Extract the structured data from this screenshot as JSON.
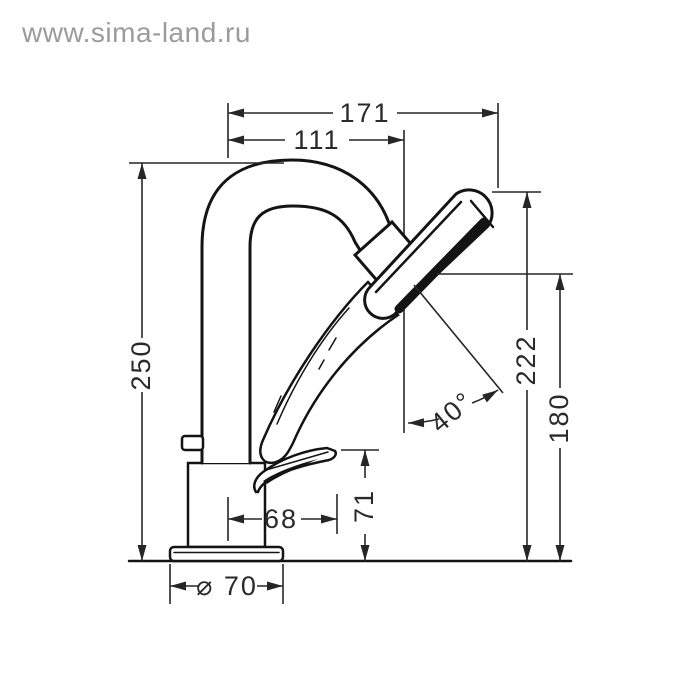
{
  "watermark": {
    "text": "www.sima-land.ru"
  },
  "drawing": {
    "type": "technical-dimension-drawing",
    "subject": "deck-mounted bath mixer tap with hand shower, side view",
    "units": "mm",
    "dimensions": {
      "total_width": "171",
      "spout_reach": "111",
      "total_height": "250",
      "shower_tip_height": "222",
      "spray_face_height": "180",
      "handle_height": "71",
      "handle_reach": "68",
      "base_diameter": "⌀ 70",
      "shower_angle": "40°"
    }
  }
}
